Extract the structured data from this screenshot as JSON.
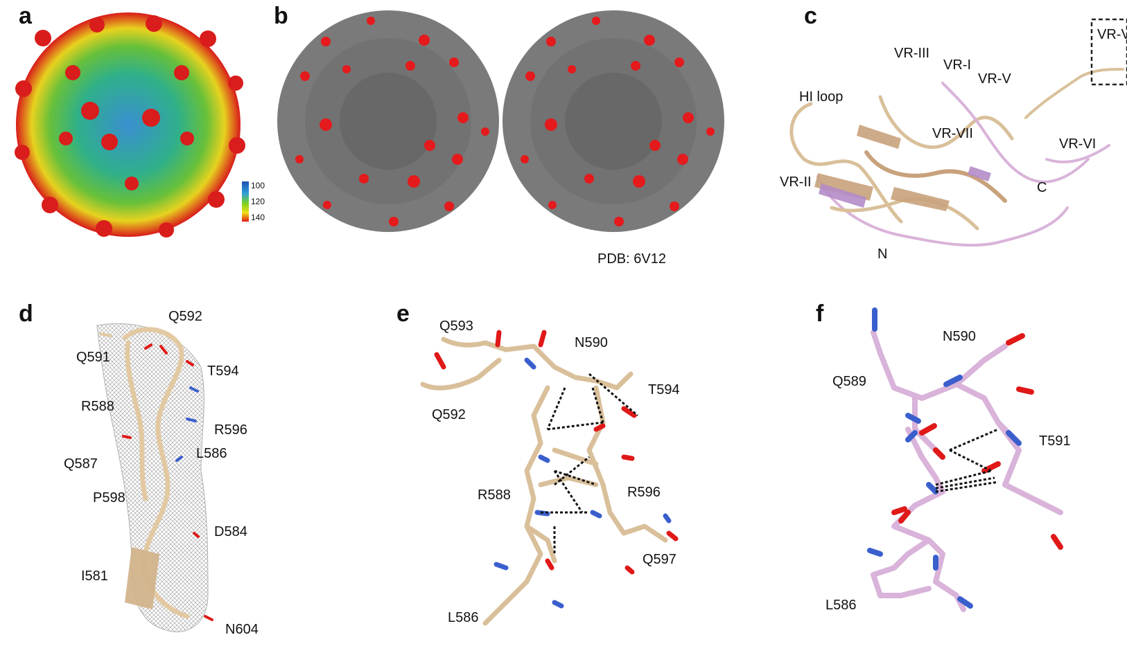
{
  "panels": {
    "a": {
      "letter": "a",
      "colorbar": {
        "ticks": [
          "100",
          "120",
          "140"
        ],
        "colors": [
          "#1f4fb4",
          "#7ed21f",
          "#e01818"
        ]
      }
    },
    "b": {
      "letter": "b",
      "pdb_label": "PDB: 6V12",
      "highlight_color": "#e41a1c",
      "surface_color": "#7a7a7a"
    },
    "c": {
      "letter": "c",
      "labels": [
        "VR-III",
        "VR-I",
        "VR-V",
        "HI loop",
        "VR-VII",
        "VR-VI",
        "VR-II",
        "C",
        "N",
        "VR-V"
      ]
    },
    "d": {
      "letter": "d",
      "residues": [
        "Q592",
        "Q591",
        "T594",
        "R588",
        "R596",
        "L586",
        "Q587",
        "P598",
        "D584",
        "I581",
        "N604"
      ]
    },
    "e": {
      "letter": "e",
      "residues": [
        "Q593",
        "N590",
        "T594",
        "Q592",
        "R588",
        "R596",
        "Q597",
        "L586"
      ]
    },
    "f": {
      "letter": "f",
      "residues": [
        "N590",
        "Q589",
        "T591",
        "L586"
      ]
    }
  },
  "colors": {
    "wheat": "#d9c09a",
    "pink": "#d9b3d9",
    "oxygen": "#e01818",
    "nitrogen": "#3a5fcd"
  }
}
